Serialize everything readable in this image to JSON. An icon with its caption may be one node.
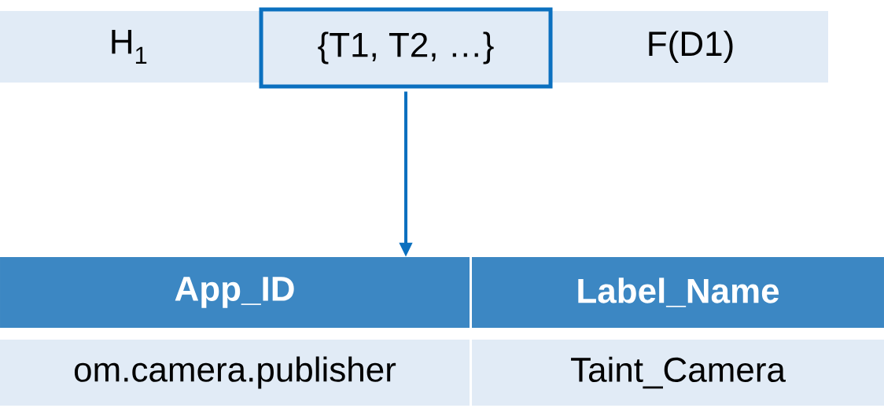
{
  "diagram": {
    "nodes": [
      {
        "text": [
          "H$_{1}$"
        ]
      },
      {
        "text": [
          "{T1, T2, …}"
        ]
      },
      {
        "text": [
          "F(D1)"
        ]
      },
      {
        "text": [
          "App_ID"
        ]
      },
      {
        "text": [
          "Label_Name"
        ]
      },
      {
        "text": [
          "om.camera.publisher"
        ]
      },
      {
        "text": [
          "Taint_Camera"
        ]
      }
    ],
    "edges": [
      {
        "from": 1,
        "to": 3,
        "arrow": "to"
      }
    ]
  }
}
